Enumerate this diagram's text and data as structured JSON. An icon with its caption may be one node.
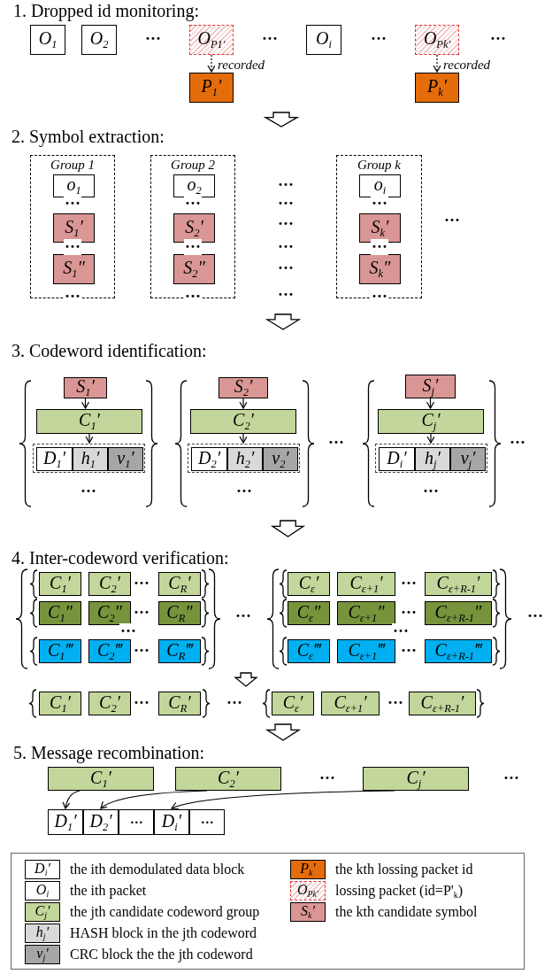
{
  "diagram": {
    "nodes": [
      {
        "text": [
          "O$_{1}$"
        ]
      },
      {
        "text": [
          "O$_{2}$"
        ]
      },
      {
        "text": [
          "O$_{P1′}$"
        ]
      },
      {
        "text": [
          "O$_{i}$"
        ]
      },
      {
        "text": [
          "O$_{Pk′}$"
        ]
      },
      {
        "text": [
          "P$_{1}$′"
        ]
      },
      {
        "text": [
          "P$_{k}$′"
        ]
      },
      {
        "text": [
          "Group 1"
        ]
      },
      {
        "text": [
          "o$_{1}$"
        ],
        "in": 7
      },
      {
        "text": [
          "S$_{1}$′"
        ],
        "in": 7
      },
      {
        "text": [
          "S$_{1}$″"
        ],
        "in": 7
      },
      {
        "text": [
          "Group 2"
        ]
      },
      {
        "text": [
          "o$_{2}$"
        ],
        "in": 11
      },
      {
        "text": [
          "S$_{2}$′"
        ],
        "in": 11
      },
      {
        "text": [
          "S$_{2}$″"
        ],
        "in": 11
      },
      {
        "text": [
          "Group k"
        ]
      },
      {
        "text": [
          "o$_{i}$"
        ],
        "in": 15
      },
      {
        "text": [
          "S$_{k}$′"
        ],
        "in": 15
      },
      {
        "text": [
          "S$_{k}$″"
        ],
        "in": 15
      },
      {
        "text": [
          "S$_{1}$′"
        ]
      },
      {
        "text": [
          "C$_{1}$′"
        ]
      },
      {
        "text": [],
        "shape": "box"
      },
      {
        "text": [
          "D$_{1}$′"
        ],
        "in": 21
      },
      {
        "text": [
          "h$_{1}$′"
        ],
        "in": 21
      },
      {
        "text": [
          "v$_{1}$′"
        ],
        "in": 21
      },
      {
        "text": [
          "S$_{2}$′"
        ]
      },
      {
        "text": [
          "C$_{2}$′"
        ]
      },
      {
        "text": [],
        "shape": "box"
      },
      {
        "text": [
          "D$_{2}$′"
        ],
        "in": 27
      },
      {
        "text": [
          "h$_{2}$′"
        ],
        "in": 27
      },
      {
        "text": [
          "v$_{2}$′"
        ],
        "in": 27
      },
      {
        "text": [
          "S$_{j}$′"
        ]
      },
      {
        "text": [
          "C$_{j}$′"
        ]
      },
      {
        "text": [],
        "shape": "box"
      },
      {
        "text": [
          "D$_{i}$′"
        ],
        "in": 33
      },
      {
        "text": [
          "h$_{j}$′"
        ],
        "in": 33
      },
      {
        "text": [
          "v$_{j}$′"
        ],
        "in": 33
      },
      {
        "text": [
          "C$_{1}$′"
        ]
      },
      {
        "text": [
          "C$_{2}$′"
        ]
      },
      {
        "text": [
          "C$_{R}$′"
        ]
      },
      {
        "text": [
          "C$_{1}$″"
        ]
      },
      {
        "text": [
          "C$_{2}$″"
        ]
      },
      {
        "text": [
          "C$_{R}$″"
        ]
      },
      {
        "text": [
          "C$_{1}$‴"
        ]
      },
      {
        "text": [
          "C$_{2}$‴"
        ]
      },
      {
        "text": [
          "C$_{R}$‴"
        ]
      },
      {
        "text": [
          "C$_{ε}$′"
        ]
      },
      {
        "text": [
          "C$_{ε+1}$′"
        ]
      },
      {
        "text": [
          "C$_{ε+R-1}$′"
        ]
      },
      {
        "text": [
          "C$_{ε}$″"
        ]
      },
      {
        "text": [
          "C$_{ε+1}$″"
        ]
      },
      {
        "text": [
          "C$_{ε+R-1}$″"
        ]
      },
      {
        "text": [
          "C$_{ε}$‴"
        ]
      },
      {
        "text": [
          "C$_{ε+1}$‴"
        ]
      },
      {
        "text": [
          "C$_{ε+R-1}$‴"
        ]
      },
      {
        "text": [
          "C$_{1}$′"
        ]
      },
      {
        "text": [
          "C$_{2}$′"
        ]
      },
      {
        "text": [
          "C$_{R}$′"
        ]
      },
      {
        "text": [
          "C$_{ε}$′"
        ]
      },
      {
        "text": [
          "C$_{ε+1}$′"
        ]
      },
      {
        "text": [
          "C$_{ε+R-1}$′"
        ]
      },
      {
        "text": [
          "C$_{1}$′"
        ]
      },
      {
        "text": [
          "C$_{2}$′"
        ]
      },
      {
        "text": [
          "C$_{j}$′"
        ]
      },
      {
        "text": [
          "D$_{1}$′"
        ]
      },
      {
        "text": [
          "D$_{2}$′"
        ]
      },
      {
        "text": [
          "···"
        ]
      },
      {
        "text": [
          "D$_{i}$′"
        ]
      },
      {
        "text": [
          "···"
        ]
      },
      {
        "text": [],
        "shape": "box"
      },
      {
        "text": [
          "D$_{i}$′"
        ],
        "in": 69,
        "beside": [
          "the ith demodulated data block"
        ]
      },
      {
        "text": [
          "O$_{i}$"
        ],
        "in": 69,
        "beside": [
          "the ith packet"
        ]
      },
      {
        "text": [
          "C$_{j}$′"
        ],
        "in": 69,
        "beside": [
          "the jth candidate codeword group"
        ]
      },
      {
        "text": [
          "h$_{j}$′"
        ],
        "in": 69,
        "beside": [
          "HASH block in the jth codeword"
        ]
      },
      {
        "text": [
          "v$_{j}$′"
        ],
        "in": 69,
        "beside": [
          "CRC block the the jth codeword"
        ]
      },
      {
        "text": [
          "P$_{k}$′"
        ],
        "in": 69,
        "beside": [
          "the kth lossing packet id"
        ]
      },
      {
        "text": [
          "O$_{Pk′}$"
        ],
        "in": 69,
        "beside": [
          "lossing packet (id=P'$_{k}$)"
        ]
      },
      {
        "text": [
          "S$_{k}$′"
        ],
        "in": 69,
        "beside": [
          "the kth candidate symbol"
        ]
      }
    ],
    "edges": [
      {
        "from": 2,
        "to": 5,
        "arrow": "to",
        "style": "dashed",
        "label": "recorded"
      },
      {
        "from": 4,
        "to": 6,
        "arrow": "to",
        "style": "dashed",
        "label": "recorded"
      },
      {
        "from": 19,
        "to": 20,
        "arrow": "to"
      },
      {
        "from": 20,
        "to": 21,
        "arrow": "to"
      },
      {
        "from": 25,
        "to": 26,
        "arrow": "to"
      },
      {
        "from": 26,
        "to": 27,
        "arrow": "to"
      },
      {
        "from": 31,
        "to": 32,
        "arrow": "to"
      },
      {
        "from": 32,
        "to": 33,
        "arrow": "to"
      },
      {
        "from": 61,
        "to": 64,
        "arrow": "to"
      },
      {
        "from": 62,
        "to": 65,
        "arrow": "to"
      },
      {
        "from": 63,
        "to": 67,
        "arrow": "to"
      }
    ],
    "labels": [
      "1. Dropped id monitoring:",
      "···",
      "···",
      "···",
      "···",
      "2. Symbol extraction:",
      "···",
      "···",
      "···",
      "···",
      "···",
      "···",
      "···",
      "···",
      "···",
      "···",
      "···",
      "···",
      "···",
      "···",
      "···",
      "···",
      "3. Codeword identification:",
      "···",
      "···",
      "···",
      "···",
      "···",
      "4. Inter-codeword verification:",
      "···",
      "···",
      "···",
      "···",
      "···",
      "···",
      "···",
      "···",
      "···",
      "···",
      "···",
      "···",
      "···",
      "5. Message recombination:",
      "···",
      "···"
    ]
  }
}
